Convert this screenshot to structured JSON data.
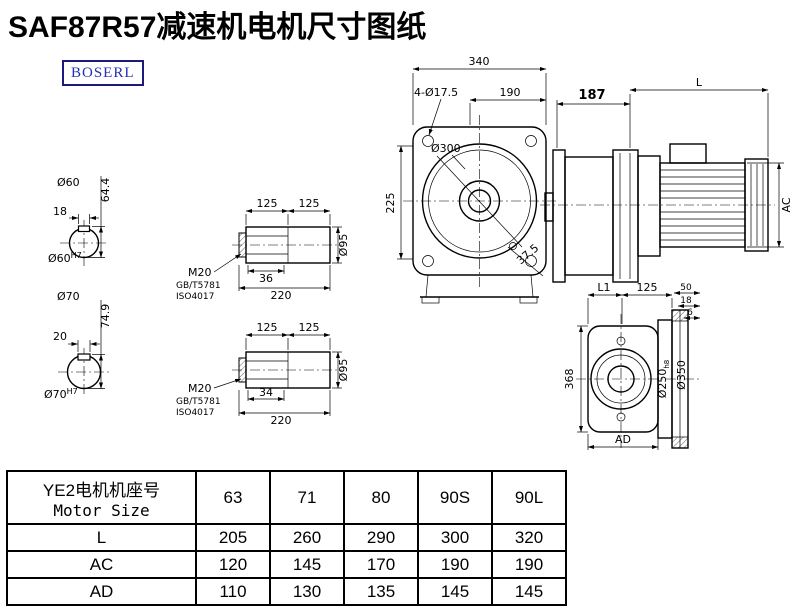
{
  "page": {
    "title": "SAF87R57减速机电机尺寸图纸",
    "logo": "BOSERL"
  },
  "sections": {
    "shaft60": {
      "dia": "Ø60",
      "key_width": "18",
      "height": "64.4",
      "bore": "Ø60",
      "bore_tol": "H7"
    },
    "shaft70": {
      "dia": "Ø70",
      "key_width": "20",
      "height": "74.9",
      "bore": "Ø70",
      "bore_tol": "H7"
    },
    "shaft_top": {
      "dim_a": "125",
      "dim_b": "125",
      "thread": "M20",
      "std1": "GB/T5781",
      "std2": "ISO4017",
      "key_len": "36",
      "total_len": "220",
      "dia": "Ø95"
    },
    "shaft_bottom": {
      "dim_a": "125",
      "dim_b": "125",
      "thread": "M20",
      "std1": "GB/T5781",
      "std2": "ISO4017",
      "key_len": "34",
      "total_len": "220",
      "dia": "Ø95"
    },
    "front_view": {
      "width": "340",
      "pitch": "190",
      "holes": "4-Ø17.5",
      "flange_dia": "Ø300",
      "height": "225",
      "angle_dim": "37.5"
    },
    "side_view": {
      "gear_len": "187",
      "motor_len": "L",
      "motor_dia": "AC"
    },
    "rear_view": {
      "dim_l1": "L1",
      "dim_125": "125",
      "dim_50": "50",
      "dim_18": "18",
      "dim_6": "6",
      "dim_368": "368",
      "dia_250": "Ø250",
      "dia_250_tol": "h8",
      "dia_350": "Ø350",
      "dim_ad": "AD"
    }
  },
  "table": {
    "header": {
      "title_cn": "YE2电机机座号",
      "title_en": "Motor Size",
      "sizes": [
        "63",
        "71",
        "80",
        "90S",
        "90L"
      ]
    },
    "rows": [
      {
        "label": "L",
        "values": [
          "205",
          "260",
          "290",
          "300",
          "320"
        ]
      },
      {
        "label": "AC",
        "values": [
          "120",
          "145",
          "170",
          "190",
          "190"
        ]
      },
      {
        "label": "AD",
        "values": [
          "110",
          "130",
          "135",
          "145",
          "145"
        ]
      }
    ]
  }
}
